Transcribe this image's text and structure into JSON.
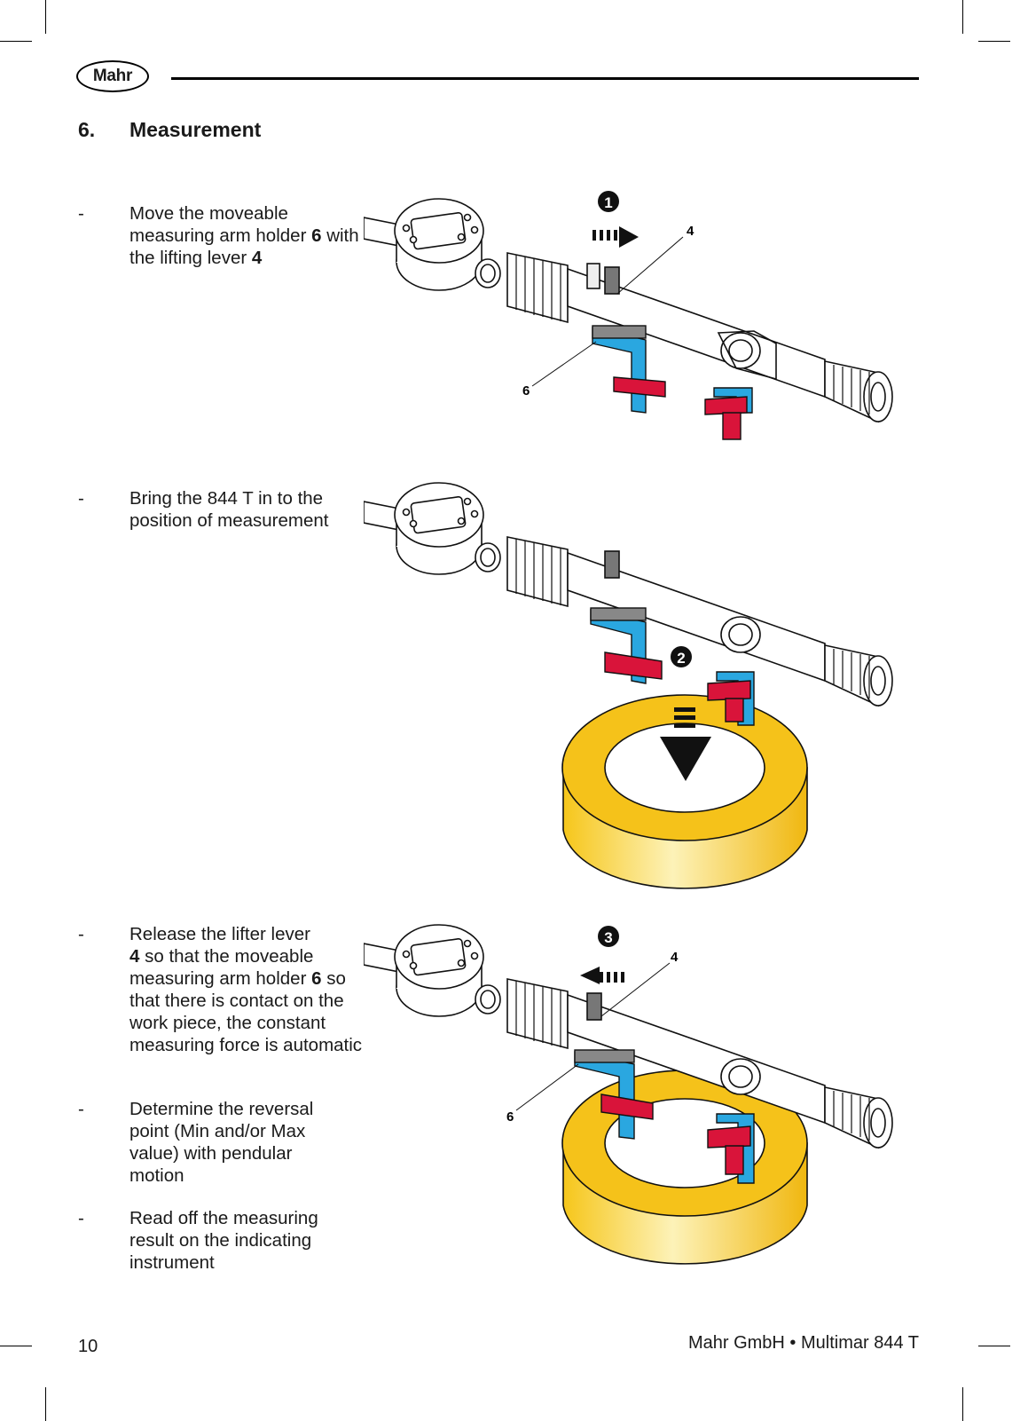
{
  "header": {
    "logo": "Mahr"
  },
  "section": {
    "number": "6.",
    "title": "Measurement"
  },
  "steps": [
    {
      "dash": "-",
      "parts": [
        "Move the moveable measuring arm holder ",
        "6",
        " with the lifting lever ",
        "4"
      ]
    },
    {
      "dash": "-",
      "parts": [
        "Bring the 844 T in to the position of measurement"
      ]
    },
    {
      "dash": "-",
      "parts": [
        "",
        "4",
        " so that the moveable measuring arm holder ",
        "6",
        " so that there is contact on the work piece, the constant measuring force is automatic"
      ],
      "lead": "Release the lifter lever"
    },
    {
      "dash": "-",
      "parts": [
        "Determine the reversal point (Min and/or Max value) with pendular motion"
      ]
    },
    {
      "dash": "-",
      "parts": [
        "Read off the measuring result on the indicating instrument"
      ]
    }
  ],
  "figures": [
    {
      "badge": "1",
      "labels": [
        "4",
        "6"
      ]
    },
    {
      "badge": "2",
      "labels": []
    },
    {
      "badge": "3",
      "labels": [
        "4",
        "6"
      ]
    }
  ],
  "footer": {
    "page": "10",
    "title": "Mahr GmbH • Multimar 844 T"
  },
  "colors": {
    "blue": "#2aa7e0",
    "red": "#d9143a",
    "ring": "#f5c21a",
    "ink": "#1a1a1a"
  }
}
